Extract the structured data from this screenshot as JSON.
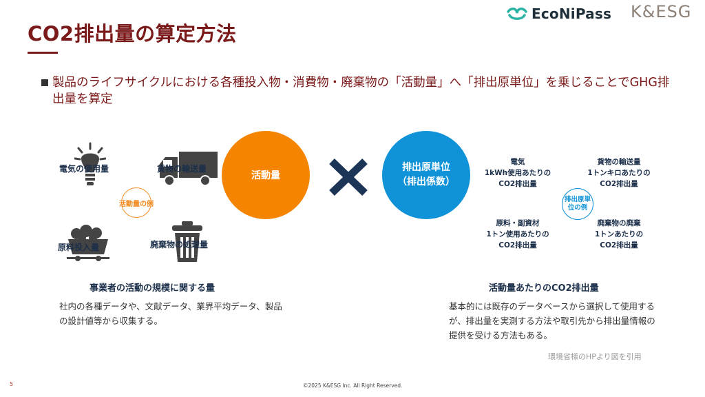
{
  "header": {
    "title": "CO2排出量の算定方法",
    "logo_econipass": "EcoNiPass",
    "logo_kesg": "K&ESG"
  },
  "bullet": "製品のライフサイクルにおける各種投入物・消費物・廃棄物の「活動量」へ「排出原単位」を乗じることでGHG排出量を算定",
  "activity": {
    "items": [
      "電気の使用量",
      "貨物の輸送量",
      "原料投入量",
      "廃棄物の処理量"
    ],
    "example_label": "活動量の例",
    "circle_label": "活動量",
    "heading": "事業者の活動の規模に関する量",
    "description": "社内の各種データや、文献データ、業界平均データ、製品の設計値等から収集する。"
  },
  "emission": {
    "circle_label": "排出原単位（排出係数）",
    "example_label": "排出原単位の例",
    "examples": [
      {
        "name": "電気",
        "line1": "1kWh使用あたりの",
        "line2": "CO2排出量"
      },
      {
        "name": "貨物の輸送量",
        "line1": "1トンキロあたりの",
        "line2": "CO2排出量"
      },
      {
        "name": "原料・副資材",
        "line1": "1トン使用あたりの",
        "line2": "CO2排出量"
      },
      {
        "name": "廃棄物の廃棄",
        "line1": "1トンあたりの",
        "line2": "CO2排出量"
      }
    ],
    "heading": "活動量あたりのCO2排出量",
    "description": "基本的には既存のデータベースから選択して使用するが、排出量を実測する方法や取引先から排出量情報の提供を受ける方法もある。"
  },
  "colors": {
    "title": "#7b1a1a",
    "activity": "#f58400",
    "emission": "#0f92d8",
    "cross": "#1c3557"
  },
  "footer": {
    "citation": "環境省様のHPより図を引用",
    "page": "5",
    "copyright": "©2025 K&ESG Inc. All Right Reserved."
  }
}
